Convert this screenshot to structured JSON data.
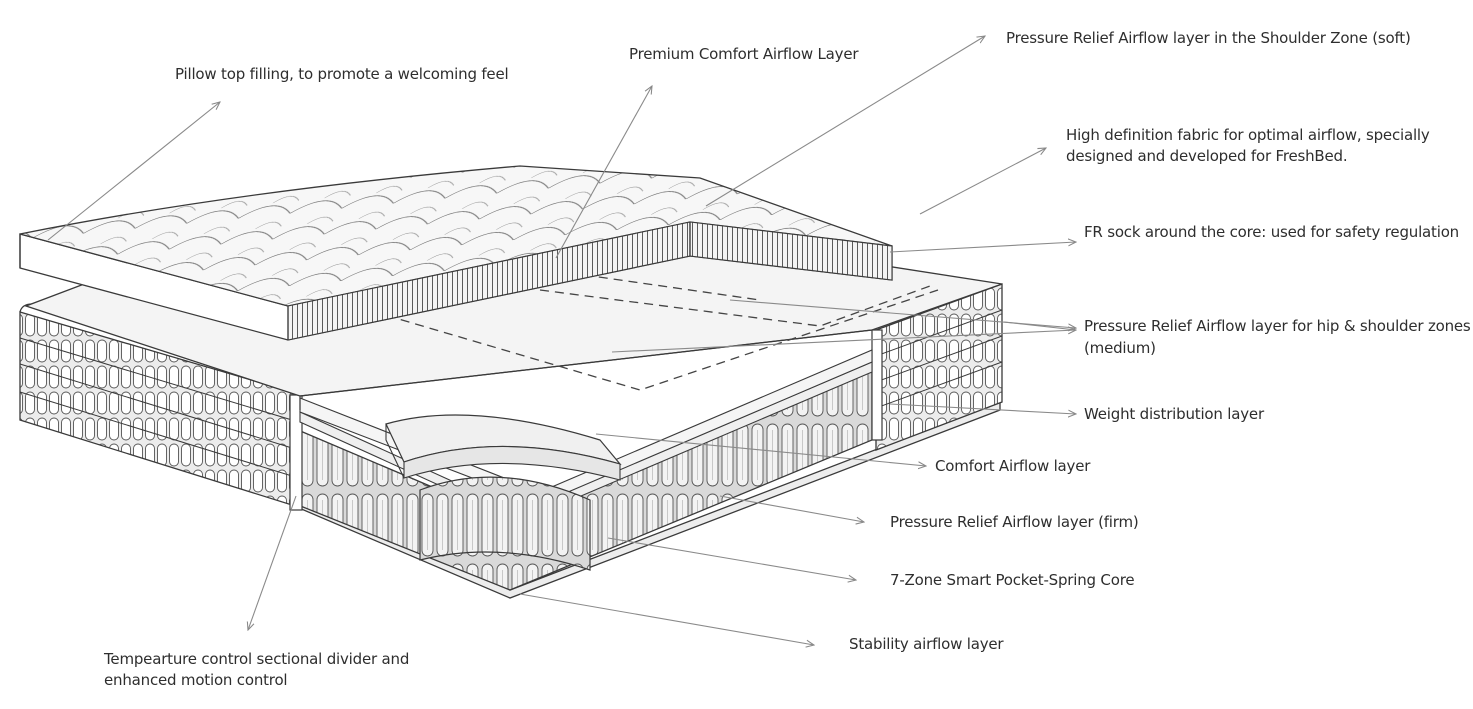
{
  "labels": {
    "pillow_top": "Pillow top filling, to promote a welcoming feel",
    "premium_comfort": "Premium Comfort Airflow Layer",
    "shoulder_zone": "Pressure Relief Airflow layer in the Shoulder Zone (soft)",
    "fabric_line1": "High definition fabric for optimal airflow, specially",
    "fabric_line2": "designed and developed for FreshBed.",
    "fr_sock": "FR sock around the core: used for safety regulation",
    "hip_shoulder_line1": "Pressure Relief Airflow layer for hip & shoulder zones",
    "hip_shoulder_line2": "(medium)",
    "weight_distribution": "Weight distribution layer",
    "comfort_airflow": "Comfort Airflow layer",
    "pressure_firm": "Pressure Relief Airflow layer (firm)",
    "spring_core": "7-Zone Smart Pocket-Spring Core",
    "stability": "Stability airflow layer",
    "temperature_line1": "Tempearture control sectional divider and",
    "temperature_line2": "enhanced motion control"
  },
  "colors": {
    "line": "#3a3a3a",
    "leader": "#8a8a8a",
    "fill_light": "#f6f6f6",
    "fill_mid": "#e9e9e9",
    "fill_shade": "#d4d4d4",
    "text": "#2e2e2e"
  }
}
